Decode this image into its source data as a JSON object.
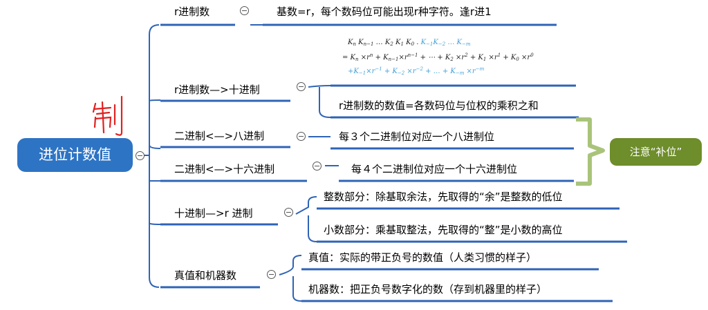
{
  "root": {
    "label": "进位计数值",
    "annotation": "制"
  },
  "branches": [
    {
      "label": "r进制数",
      "children": [
        "基数=r，每个数码位可能出现r种字符。逢r进1"
      ]
    },
    {
      "label": "r进制数—>十进制",
      "formula": {
        "line1_black": "K",
        "line1_blue": "K",
        "line1": "Kn Kn−1 … K2 K1 K0 . K−1K−2 … K−m",
        "line2": "= Kn ×r^n + Kn−1×r^(n−1) + … + K2 ×r^2 + K1 ×r^1 + K0 ×r^0",
        "line3": "+K−1×r^−1 + K−2 ×r^−2 + … + K−m ×r^−m"
      },
      "children": [
        "r进制数的数值=各数码位与位权的乘积之和"
      ]
    },
    {
      "label": "二进制<—>八进制",
      "children": [
        "每３个二进制位对应一个八进制位"
      ]
    },
    {
      "label": "二进制<—>十六进制",
      "children": [
        "每４个二进制位对应一个十六进制位"
      ]
    },
    {
      "label": "十进制—>r 进制",
      "children": [
        "整数部分：除基取余法，先取得的“余”是整数的低位",
        "小数部分：乘基取整法，先取得的“整”是小数的高位"
      ]
    },
    {
      "label": "真值和机器数",
      "children": [
        "真值：实际的带正负号的数值（人类习惯的样子）",
        "机器数：把正负号数字化的数（存到机器里的样子）"
      ]
    }
  ],
  "note": {
    "label": "注意“补位”"
  },
  "colors": {
    "root": "#2e74c4",
    "line": "#2e63b6",
    "note": "#6e8d2b",
    "bracket": "#a9c47a",
    "annotation": "#e02020",
    "formula_blue": "#3f9fd6"
  }
}
